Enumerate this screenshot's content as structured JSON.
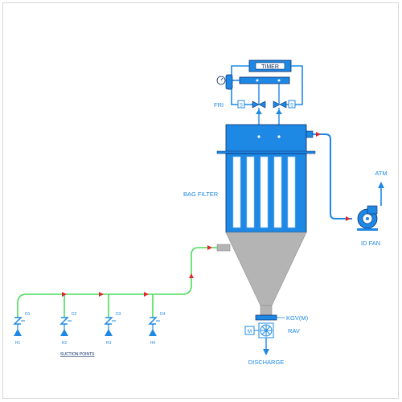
{
  "labels": {
    "timer": "TIMER",
    "fri": "FRI",
    "bag_filter": "BAG FILTER",
    "atm": "ATM",
    "id_fan": "ID FAN",
    "kgv": "KGV(M)",
    "rav": "RAV",
    "discharge": "DISCHARGE",
    "suction_points": "SUCTION POINTS",
    "solenoid_left": "S",
    "solenoid_right": "S",
    "rav_motor": "M"
  },
  "valves": [
    {
      "tag": "D1",
      "hood": "H1"
    },
    {
      "tag": "D2",
      "hood": "H2"
    },
    {
      "tag": "D3",
      "hood": "H3"
    },
    {
      "tag": "D4",
      "hood": "H4"
    }
  ],
  "colors": {
    "equipment_blue": "#1e88e5",
    "line_blue": "#1e88e5",
    "suction_line_green": "#4cdc5c",
    "hopper_grey": "#b4b4b4",
    "flow_arrow_red": "#e0262a",
    "outline": "#0b2a66"
  }
}
